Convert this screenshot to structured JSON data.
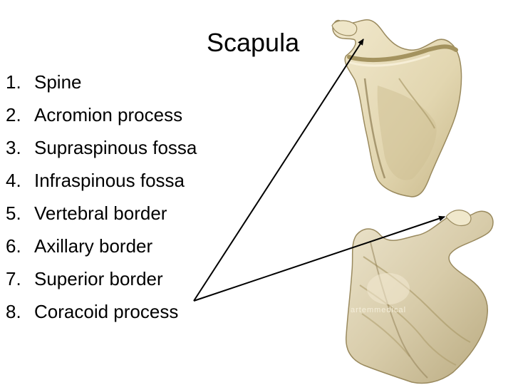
{
  "title": "Scapula",
  "items": [
    {
      "num": "1.",
      "label": "Spine"
    },
    {
      "num": "2.",
      "label": "Acromion process"
    },
    {
      "num": "3.",
      "label": "Supraspinous fossa"
    },
    {
      "num": "4.",
      "label": "Infraspinous fossa"
    },
    {
      "num": "5.",
      "label": "Vertebral border"
    },
    {
      "num": "6.",
      "label": "Axillary border"
    },
    {
      "num": "7.",
      "label": "Superior border"
    },
    {
      "num": "8.",
      "label": "Coracoid process"
    }
  ],
  "watermark": "artemmedical",
  "colors": {
    "bone": "#e6dcbc",
    "bone_shadow": "#b9a97a",
    "bone_dark": "#8d7c52",
    "bone_light": "#f3ecd4",
    "arrow": "#000000"
  }
}
